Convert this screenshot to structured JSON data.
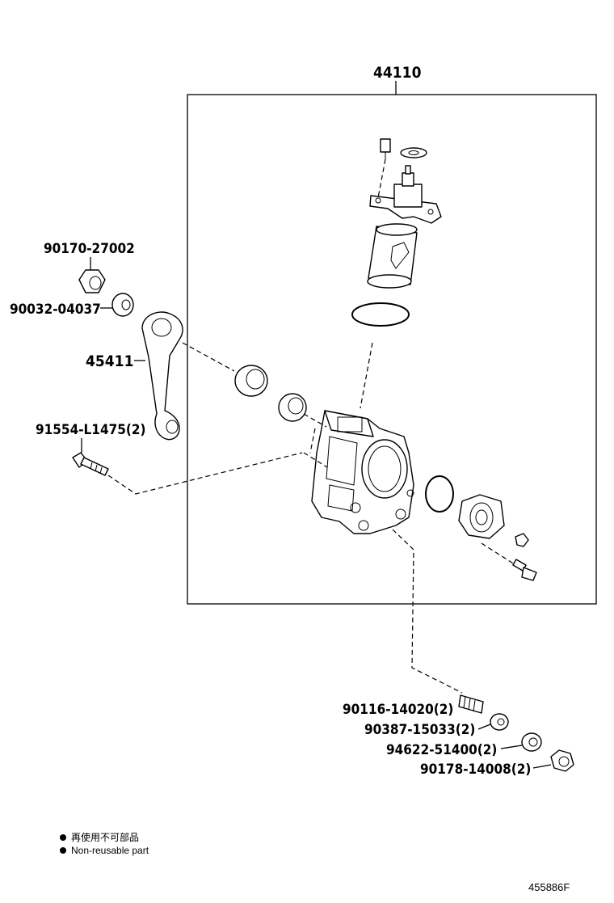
{
  "diagram": {
    "assembly_label": "44110",
    "part_labels": {
      "nut_pitman": "90170-27002",
      "washer_pitman": "90032-04037",
      "pitman_arm": "45411",
      "bolt_mount": "91554-L1475(2)",
      "stud": "90116-14020(2)",
      "washer_1": "90387-15033(2)",
      "washer_2": "94622-51400(2)",
      "nut_stud": "90178-14008(2)"
    },
    "legend": {
      "line_1": "再使用不可部品",
      "line_2": "Non-reusable part"
    },
    "figure_id": "455886F"
  }
}
